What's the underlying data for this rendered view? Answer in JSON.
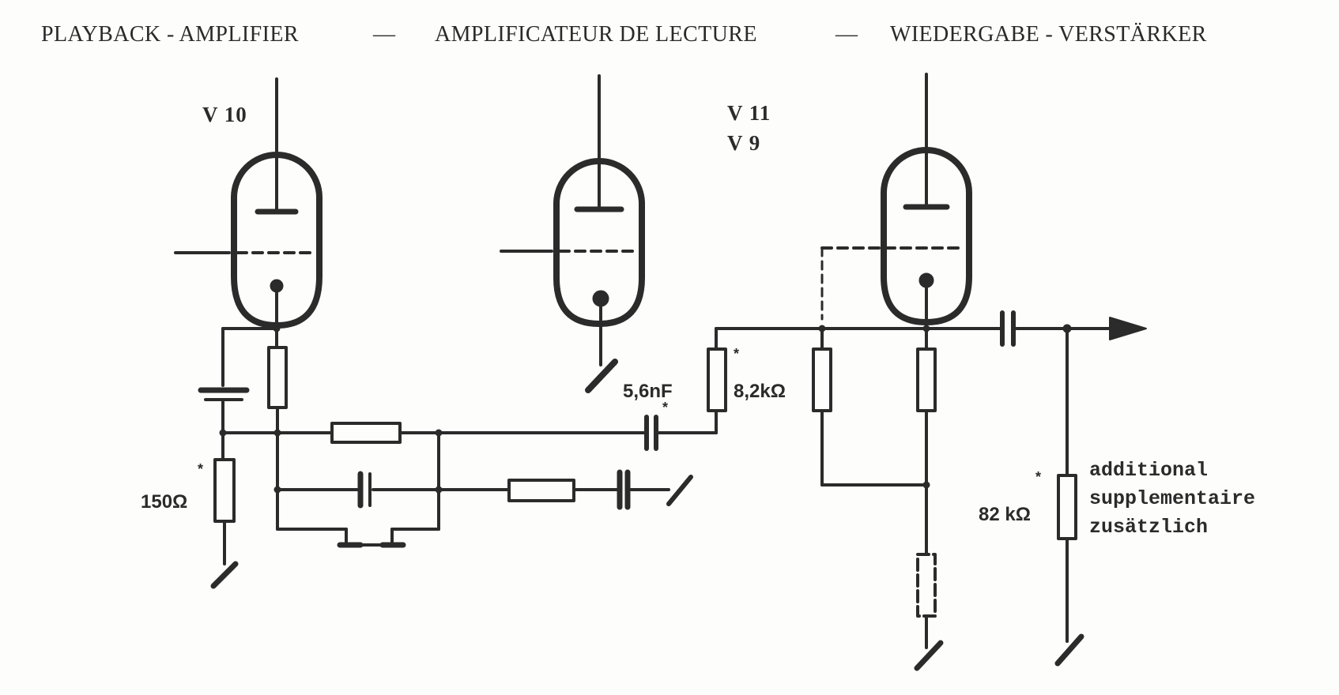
{
  "title": {
    "en": "PLAYBACK - AMPLIFIER",
    "sep1": "—",
    "fr": "AMPLIFICATEUR DE LECTURE",
    "sep2": "—",
    "de": "WIEDERGABE - VERSTÄRKER"
  },
  "tubes": {
    "left": "V 10",
    "right_a": "V 11",
    "right_b": "V 9"
  },
  "components": {
    "r_cathode": "150Ω",
    "c_coupling": "5,6nF",
    "r_series": "8,2kΩ",
    "r_additional": "82 kΩ",
    "marker": "*"
  },
  "note": {
    "en": "additional",
    "fr": "supplementaire",
    "de": "zusätzlich"
  },
  "colors": {
    "ink": "#2b2b2b",
    "paper": "#fdfdfb"
  }
}
